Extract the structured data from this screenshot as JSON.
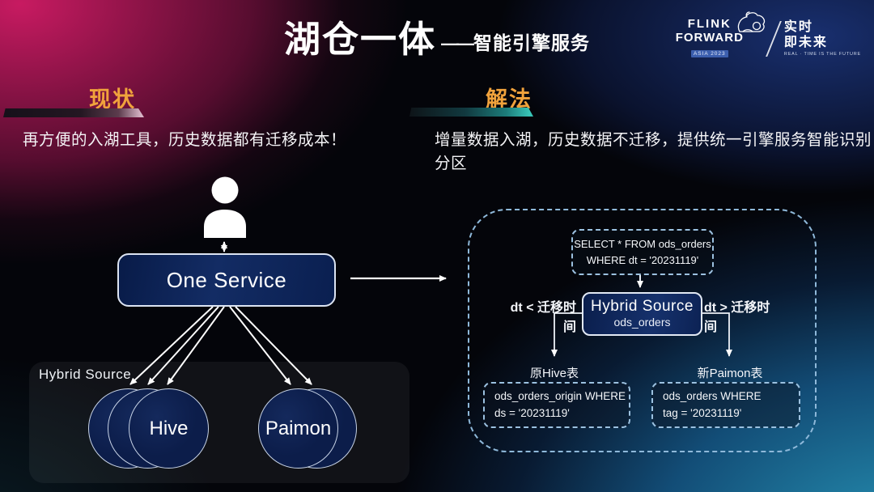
{
  "header": {
    "title": "湖仓一体",
    "title_dash": "——",
    "subtitle": "智能引擎服务",
    "logo": {
      "line1": "FLINK",
      "line2": "FORWARD",
      "badge": "ASIA 2023",
      "cn_line1": "实时",
      "cn_line2": "即未来",
      "caption": "REAL · TIME IS THE FUTURE"
    }
  },
  "sections": {
    "left": {
      "label": "现状",
      "desc": "再方便的入湖工具，历史数据都有迁移成本！"
    },
    "right": {
      "label": "解法",
      "desc": "增量数据入湖，历史数据不迁移，提供统一引擎服务智能识别分区"
    }
  },
  "left_diagram": {
    "service_box": "One Service",
    "container_label": "Hybrid Source",
    "hive_label": "Hive",
    "paimon_label": "Paimon"
  },
  "right_diagram": {
    "query_line1": "SELECT * FROM ods_orders",
    "query_line2": "WHERE dt = '20231119'",
    "source_box_title": "Hybrid Source",
    "source_box_sub": "ods_orders",
    "left_condition": "dt < 迁移时间",
    "right_condition": "dt > 迁移时间",
    "left_branch_label": "原Hive表",
    "right_branch_label": "新Paimon表",
    "left_result_line1": "ods_orders_origin WHERE",
    "left_result_line2": "ds = '20231119'",
    "right_result_line1": "ods_orders WHERE",
    "right_result_line2": "tag = '20231119'"
  },
  "icons": {
    "person_icon": "white user silhouette",
    "squirrel_icon": "flink squirrel outline"
  },
  "colors": {
    "accent_orange": "#F0A23C",
    "pink_glow": "#CE1B64",
    "teal_corner": "#2898BA",
    "navy_box": "#0E2356",
    "box_border": "#DCE4F2",
    "dashed_blue": "#9CC1E0",
    "teal_bar_tip": "#38C4B6",
    "pink_bar_tip": "#D9B6C7"
  }
}
